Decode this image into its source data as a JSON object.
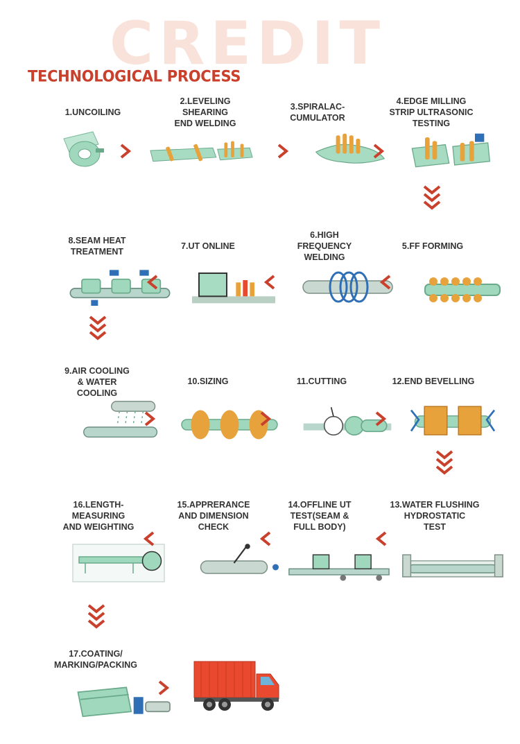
{
  "watermark": "CREDIT",
  "title": "TECHNOLOGICAL PROCESS",
  "colors": {
    "title": "#c9402c",
    "arrow": "#c9402c",
    "machine": "#9fd8bd",
    "accent": "#e8a23c",
    "truck": "#e8492f"
  },
  "steps": [
    {
      "label": "1.UNCOILING",
      "icon": "uncoiler-icon"
    },
    {
      "label": "2.LEVELING\nSHEARING\nEND WELDING",
      "icon": "leveler-icon"
    },
    {
      "label": "3.SPIRALAC-\nCUMULATOR",
      "icon": "accumulator-icon"
    },
    {
      "label": "4.EDGE MILLING\nSTRIP ULTRASONIC\nTESTING",
      "icon": "edge-milling-icon"
    },
    {
      "label": "5.FF FORMING",
      "icon": "forming-icon"
    },
    {
      "label": "6.HIGH\nFREQUENCY\nWELDING",
      "icon": "hf-welding-icon"
    },
    {
      "label": "7.UT ONLINE",
      "icon": "ut-online-icon"
    },
    {
      "label": "8.SEAM HEAT\nTREATMENT",
      "icon": "heat-treatment-icon"
    },
    {
      "label": "9.AIR COOLING\n& WATER\nCOOLING",
      "icon": "cooling-icon"
    },
    {
      "label": "10.SIZING",
      "icon": "sizing-icon"
    },
    {
      "label": "11.CUTTING",
      "icon": "cutting-icon"
    },
    {
      "label": "12.END BEVELLING",
      "icon": "bevelling-icon"
    },
    {
      "label": "13.WATER FLUSHING\nHYDROSTATIC\nTEST",
      "icon": "hydrostatic-icon"
    },
    {
      "label": "14.OFFLINE UT\nTEST(SEAM &\nFULL BODY)",
      "icon": "offline-ut-icon"
    },
    {
      "label": "15.APPRERANCE\nAND DIMENSION\nCHECK",
      "icon": "inspection-icon"
    },
    {
      "label": "16.LENGTH-\nMEASURING\nAND WEIGHTING",
      "icon": "weighing-icon"
    },
    {
      "label": "17.COATING/\nMARKING/PACKING",
      "icon": "coating-icon"
    }
  ],
  "final": {
    "icon": "delivery-truck-icon"
  }
}
